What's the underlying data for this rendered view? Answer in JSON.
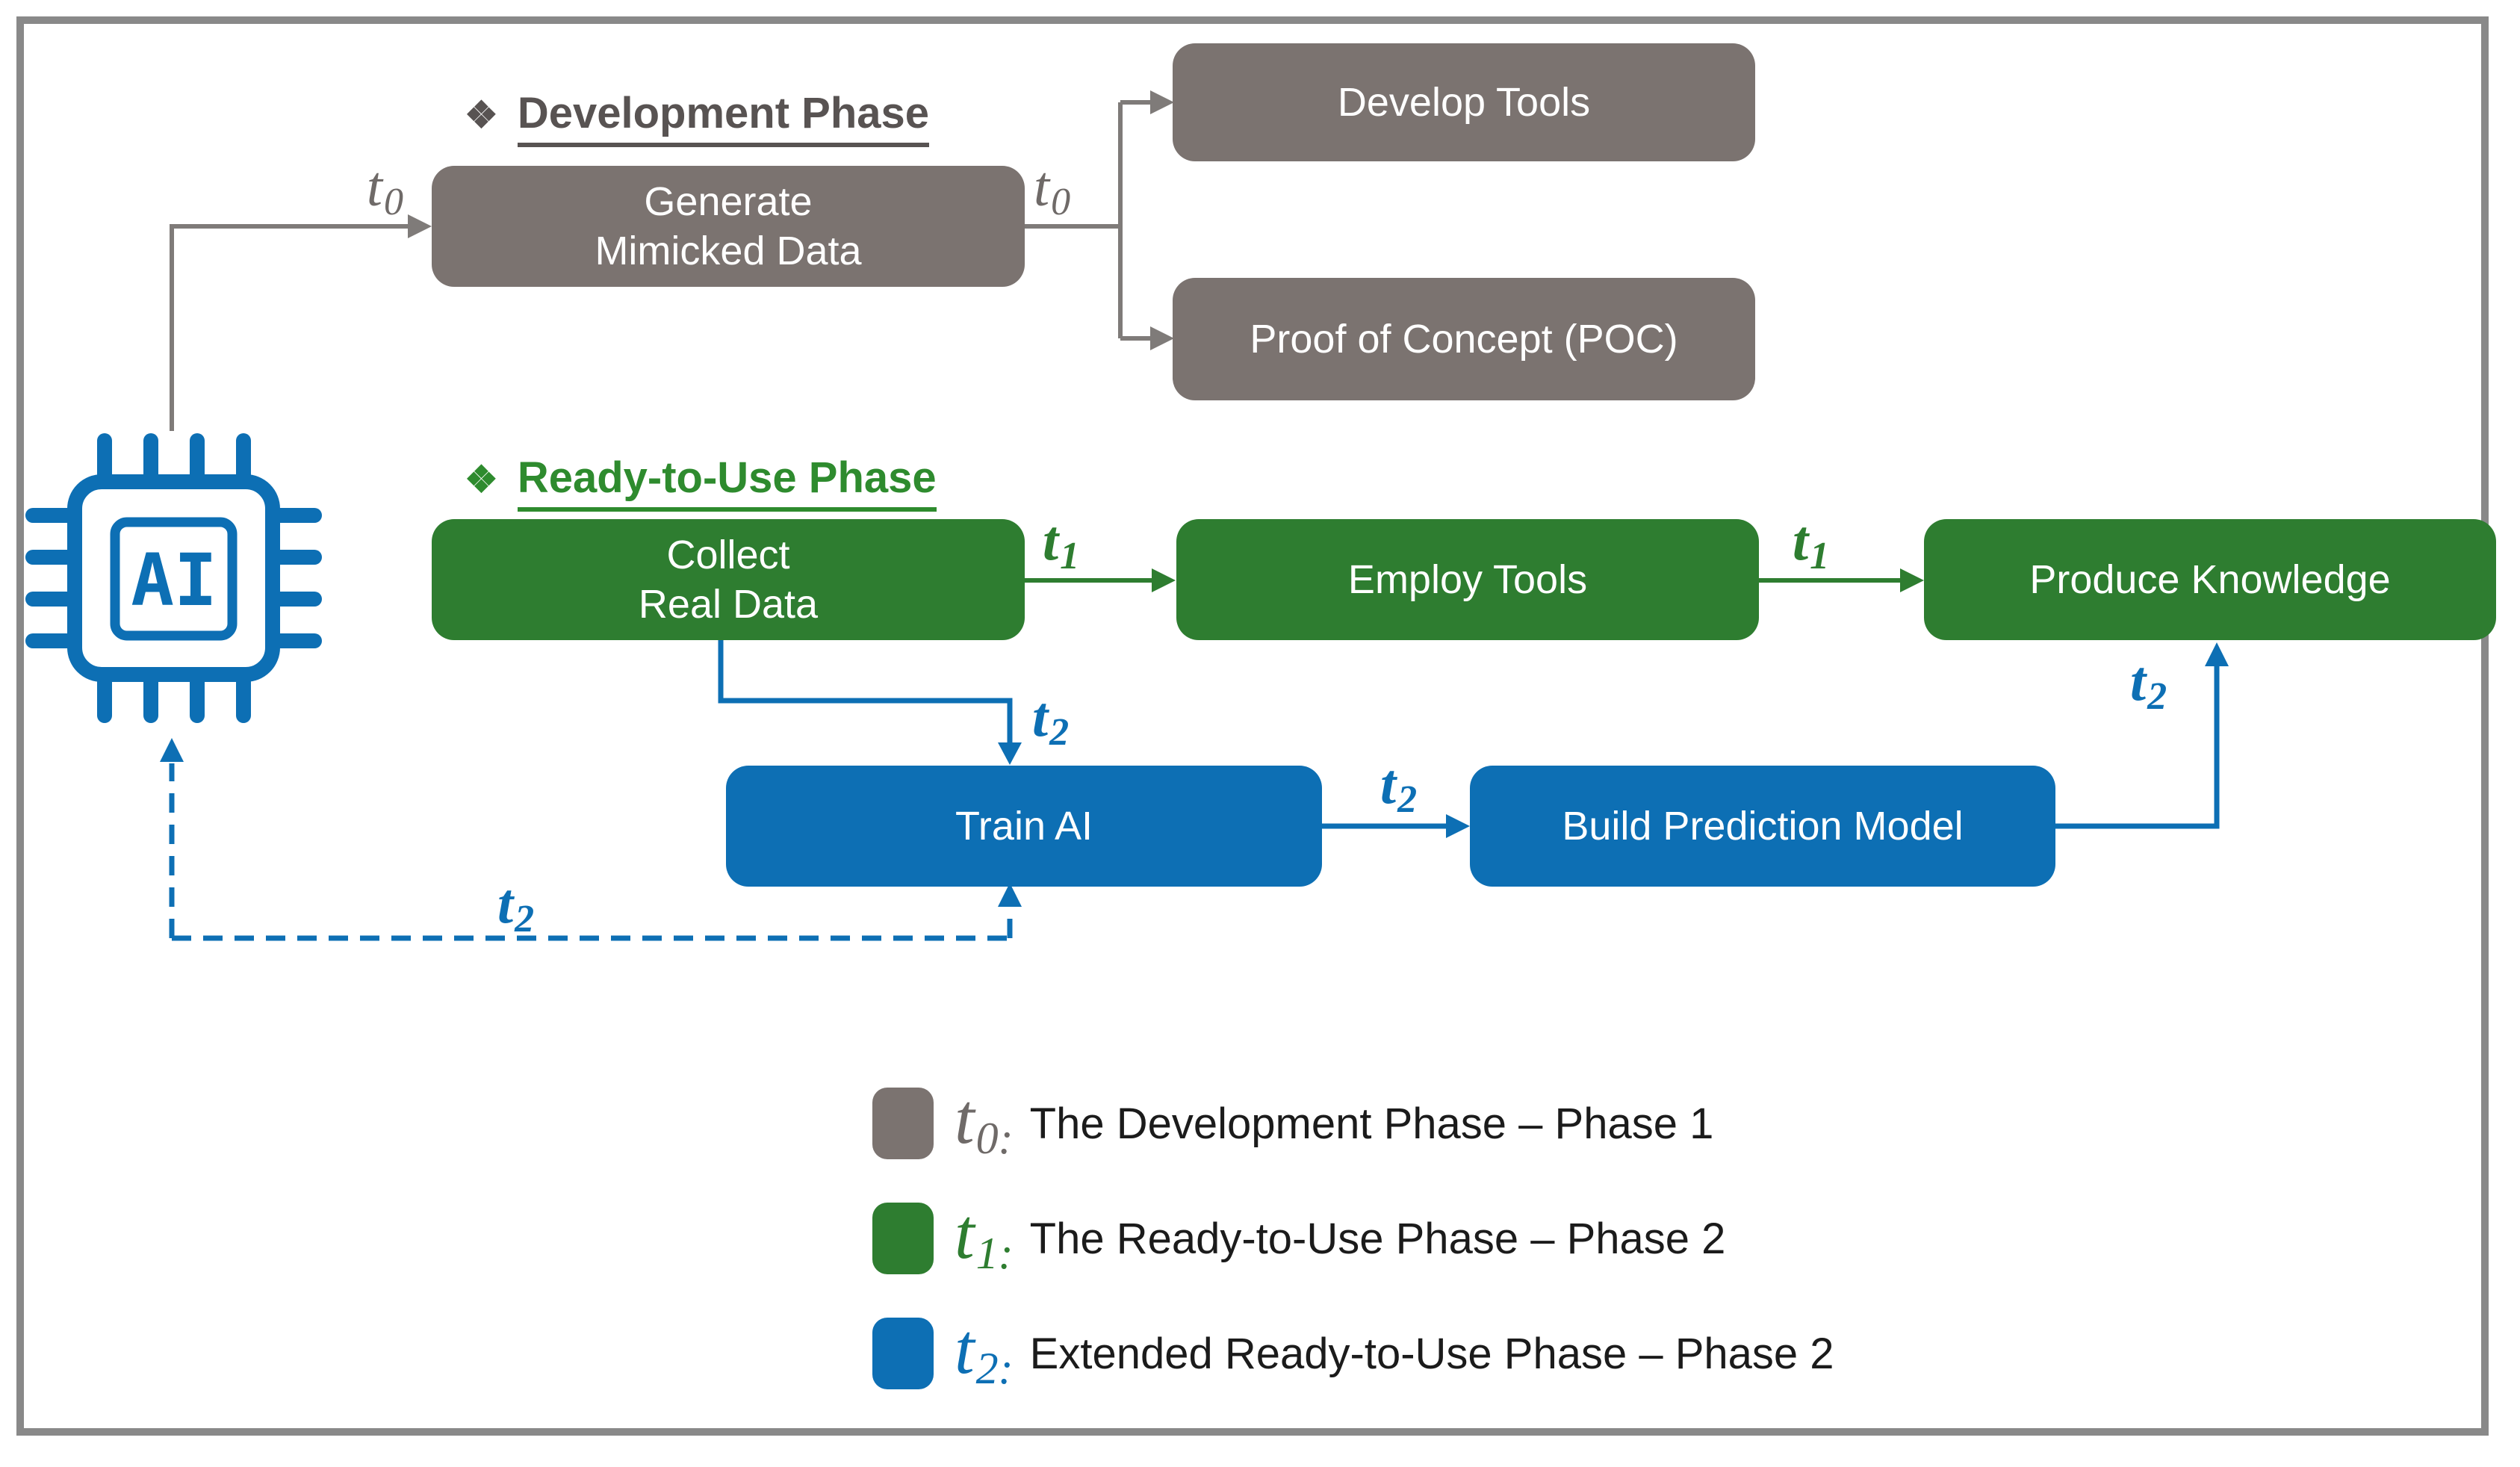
{
  "colors": {
    "gray_box": "#7b7370",
    "gray_text": "#585352",
    "gray_line": "#7f7b79",
    "gray_label": "#6f6a68",
    "green_box": "#2e7d30",
    "green_text": "#2e8b2e",
    "blue": "#0d6fb4",
    "legend_text": "#1b1b1b",
    "frame_border": "#898989",
    "node_text": "#ffffff"
  },
  "headings": {
    "development": {
      "bullet": "❖",
      "text": "Development Phase"
    },
    "ready": {
      "bullet": "❖",
      "text": "Ready-to-Use Phase"
    }
  },
  "nodes": {
    "generate": {
      "line1": "Generate",
      "line2": "Mimicked Data"
    },
    "develop_tools": {
      "label": "Develop Tools"
    },
    "poc": {
      "label": "Proof of Concept (POC)"
    },
    "collect": {
      "line1": "Collect",
      "line2": "Real Data"
    },
    "employ": {
      "label": "Employ Tools"
    },
    "produce": {
      "label": "Produce Knowledge"
    },
    "train": {
      "label": "Train AI"
    },
    "build": {
      "label": "Build Prediction Model"
    }
  },
  "ai_chip": {
    "text": "AI"
  },
  "labels": {
    "t0": {
      "base": "t",
      "sub": "0"
    },
    "t1": {
      "base": "t",
      "sub": "1"
    },
    "t2": {
      "base": "t",
      "sub": "2"
    }
  },
  "legend": {
    "items": [
      {
        "base": "t",
        "sub": "0:",
        "text": "The Development Phase – Phase 1",
        "color": "#7b7370"
      },
      {
        "base": "t",
        "sub": "1:",
        "text": "The Ready-to-Use Phase – Phase 2",
        "color": "#2e7d30"
      },
      {
        "base": "t",
        "sub": "2:",
        "text": "Extended Ready-to-Use Phase – Phase 2",
        "color": "#0d6fb4"
      }
    ]
  }
}
